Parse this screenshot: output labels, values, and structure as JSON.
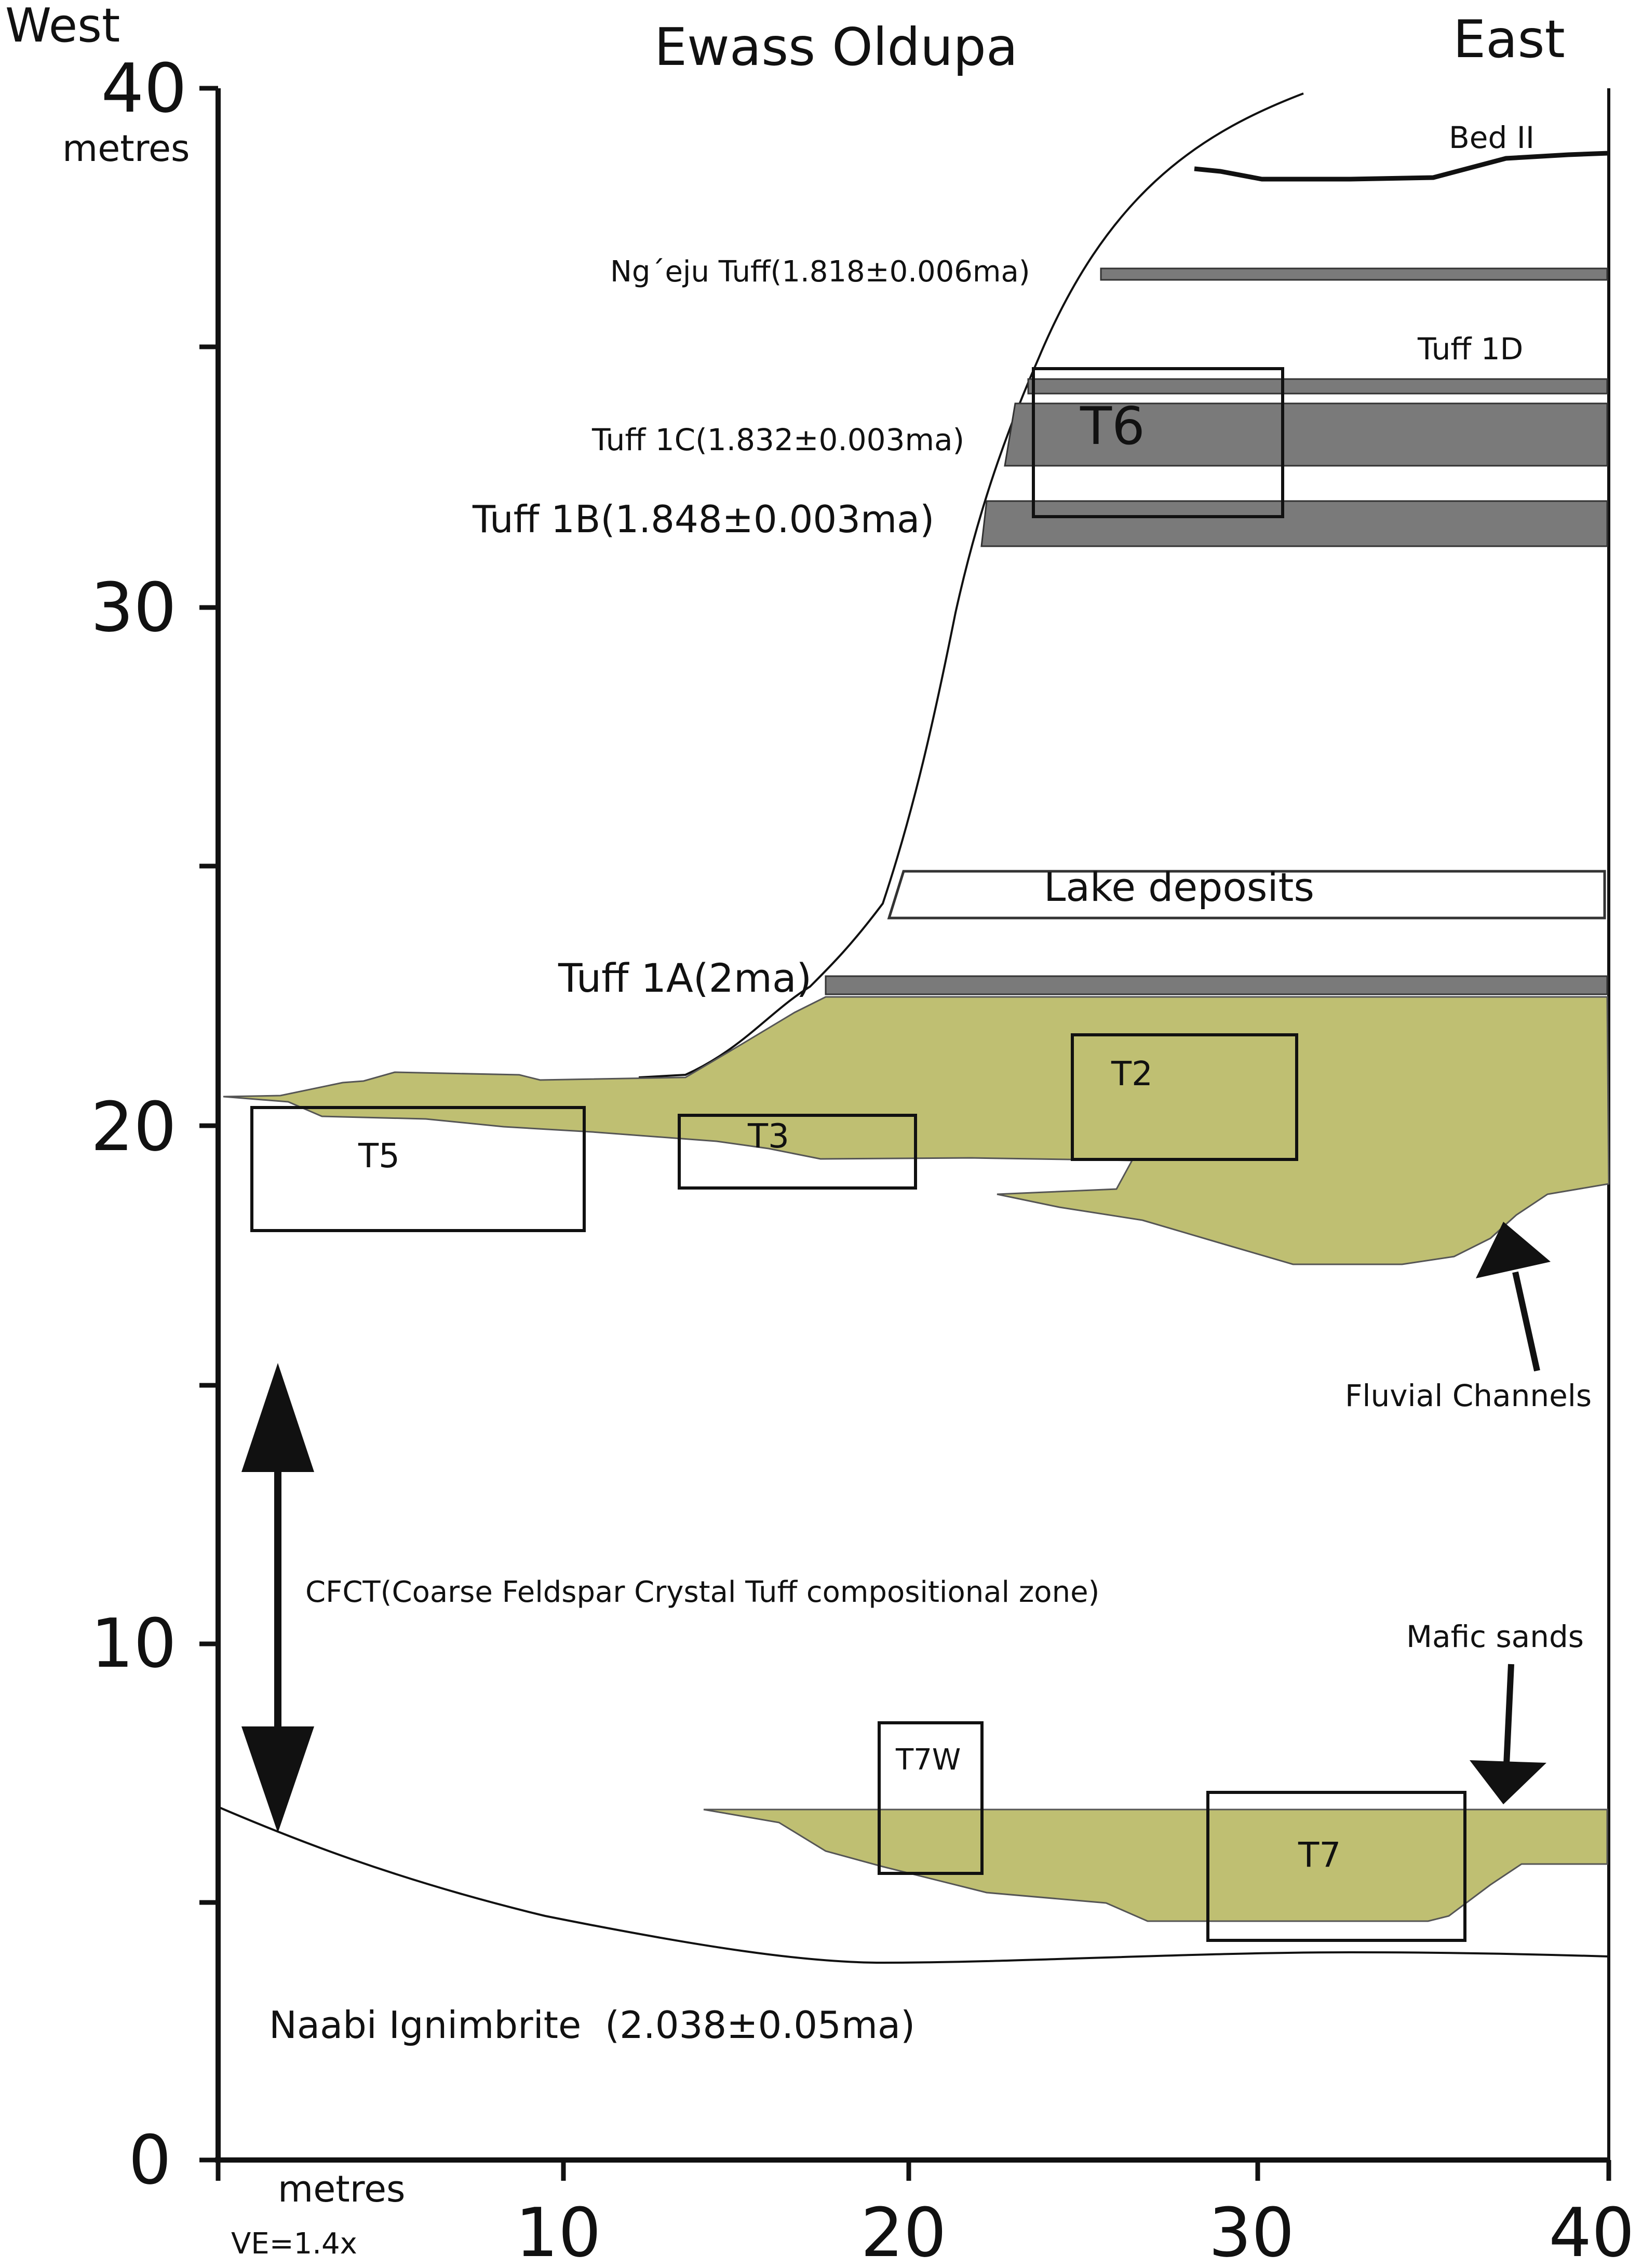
{
  "header": {
    "west": "West",
    "east": "East",
    "title": "Ewass Oldupa"
  },
  "axes": {
    "y_unit": "metres",
    "x_unit": "metres",
    "ve": "VE=1.4x",
    "y_ticks": [
      "40",
      "30",
      "20",
      "10",
      "0"
    ],
    "x_ticks": [
      "10",
      "20",
      "30",
      "40"
    ]
  },
  "layers": {
    "bed2": "Bed II",
    "ngeju": "Ng´eju Tuff(1.818±0.006ma)",
    "tuff1d": "Tuff 1D",
    "tuff1c": "Tuff 1C(1.832±0.003ma)",
    "tuff1b": "Tuff 1B(1.848±0.003ma)",
    "lake": "Lake deposits",
    "tuff1a": "Tuff 1A(2ma)",
    "naabi": "Naabi Ignimbrite  (2.038±0.05ma)"
  },
  "trenches": {
    "t6": "T6",
    "t2": "T2",
    "t3": "T3",
    "t5": "T5",
    "t7w": "T7W",
    "t7": "T7"
  },
  "annotations": {
    "fluvial": "Fluvial Channels",
    "cfct": "CFCT(Coarse Feldspar Crystal Tuff compositional zone)",
    "mafic": "Mafic sands"
  },
  "colors": {
    "sediment": "#bfbf72",
    "tuff": "#7a7a7a",
    "ink": "#111111"
  }
}
